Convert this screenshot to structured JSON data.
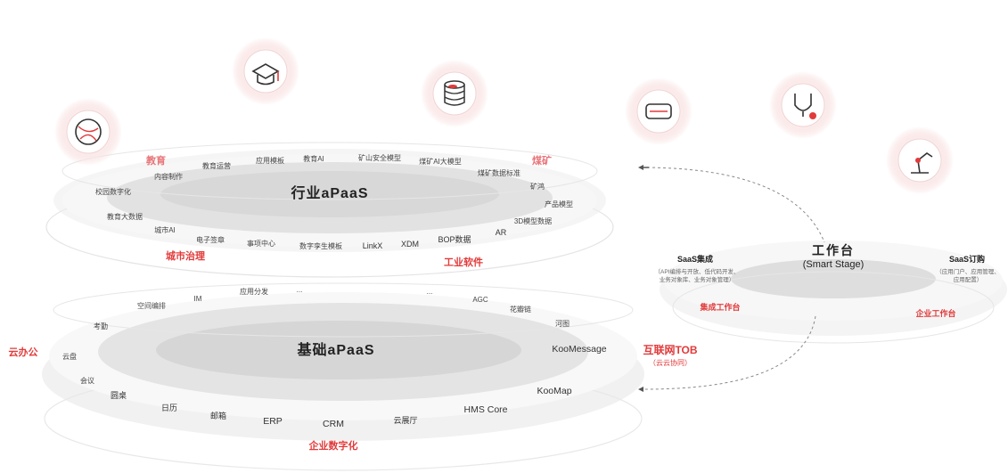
{
  "icons": [
    {
      "name": "globe-icon"
    },
    {
      "name": "graduation-cap-icon"
    },
    {
      "name": "database-icon"
    },
    {
      "name": "vehicle-icon"
    },
    {
      "name": "stethoscope-icon"
    },
    {
      "name": "robot-arm-icon"
    }
  ],
  "industry": {
    "title": "行业aPaaS",
    "left_label": "教育",
    "right_label": "煤矿",
    "bottom_left": "城市治理",
    "bottom_right": "工业软件",
    "items": [
      "教育运营",
      "内容制作",
      "校园数字化",
      "应用模板",
      "教育AI",
      "矿山安全模型",
      "煤矿AI大模型",
      "煤矿数据标准",
      "矿鸿",
      "产品模型",
      "3D模型数据",
      "AR",
      "BOP数据",
      "XDM",
      "LinkX",
      "数字孪生模板",
      "事项中心",
      "电子签章",
      "城市AI",
      "教育大数据"
    ]
  },
  "base": {
    "title": "基础aPaaS",
    "left_label": "云办公",
    "right_label": "互联网TOB",
    "right_sub": "（云云协同）",
    "bottom_label": "企业数字化",
    "items": [
      "IM",
      "应用分发",
      "...",
      "...",
      "空间编排",
      "考勤",
      "云盘",
      "会议",
      "圆桌",
      "日历",
      "邮箱",
      "ERP",
      "CRM",
      "云展厅",
      "HMS Core",
      "KooMap",
      "KooMessage",
      "河图",
      "花瓣链",
      "AGC"
    ]
  },
  "workbench": {
    "title": "工作台",
    "subtitle": "(Smart Stage)",
    "left_title": "SaaS集成",
    "left_desc1": "（API编排与开放、低代码开发、",
    "left_desc2": "业务对象库、业务对象管理）",
    "right_title": "SaaS订购",
    "right_desc1": "（应用门户、应用管理、",
    "right_desc2": "应用配置）",
    "bottom_left": "集成工作台",
    "bottom_right": "企业工作台"
  },
  "colors": {
    "accent": "#e23a3a",
    "ring": "#d9d9d9"
  }
}
